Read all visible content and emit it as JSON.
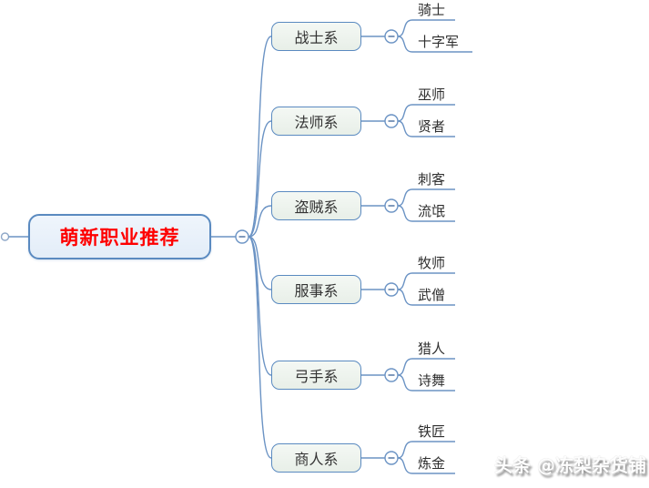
{
  "root": {
    "label": "萌新职业推荐"
  },
  "branches": [
    {
      "label": "战士系",
      "children": [
        {
          "label": "骑士"
        },
        {
          "label": "十字军"
        }
      ]
    },
    {
      "label": "法师系",
      "children": [
        {
          "label": "巫师"
        },
        {
          "label": "贤者"
        }
      ]
    },
    {
      "label": "盗贼系",
      "children": [
        {
          "label": "刺客"
        },
        {
          "label": "流氓"
        }
      ]
    },
    {
      "label": "服事系",
      "children": [
        {
          "label": "牧师"
        },
        {
          "label": "武僧"
        }
      ]
    },
    {
      "label": "弓手系",
      "children": [
        {
          "label": "猎人"
        },
        {
          "label": "诗舞"
        }
      ]
    },
    {
      "label": "商人系",
      "children": [
        {
          "label": "铁匠"
        },
        {
          "label": "炼金"
        }
      ]
    }
  ],
  "watermark": "头条 @冻梨杂货铺",
  "colors": {
    "line": "#6b93c4",
    "node_border": "#5a8ac0",
    "root_fill": "#e9f1fa",
    "branch_fill": "#edf3ec",
    "root_text": "#fe0000"
  }
}
